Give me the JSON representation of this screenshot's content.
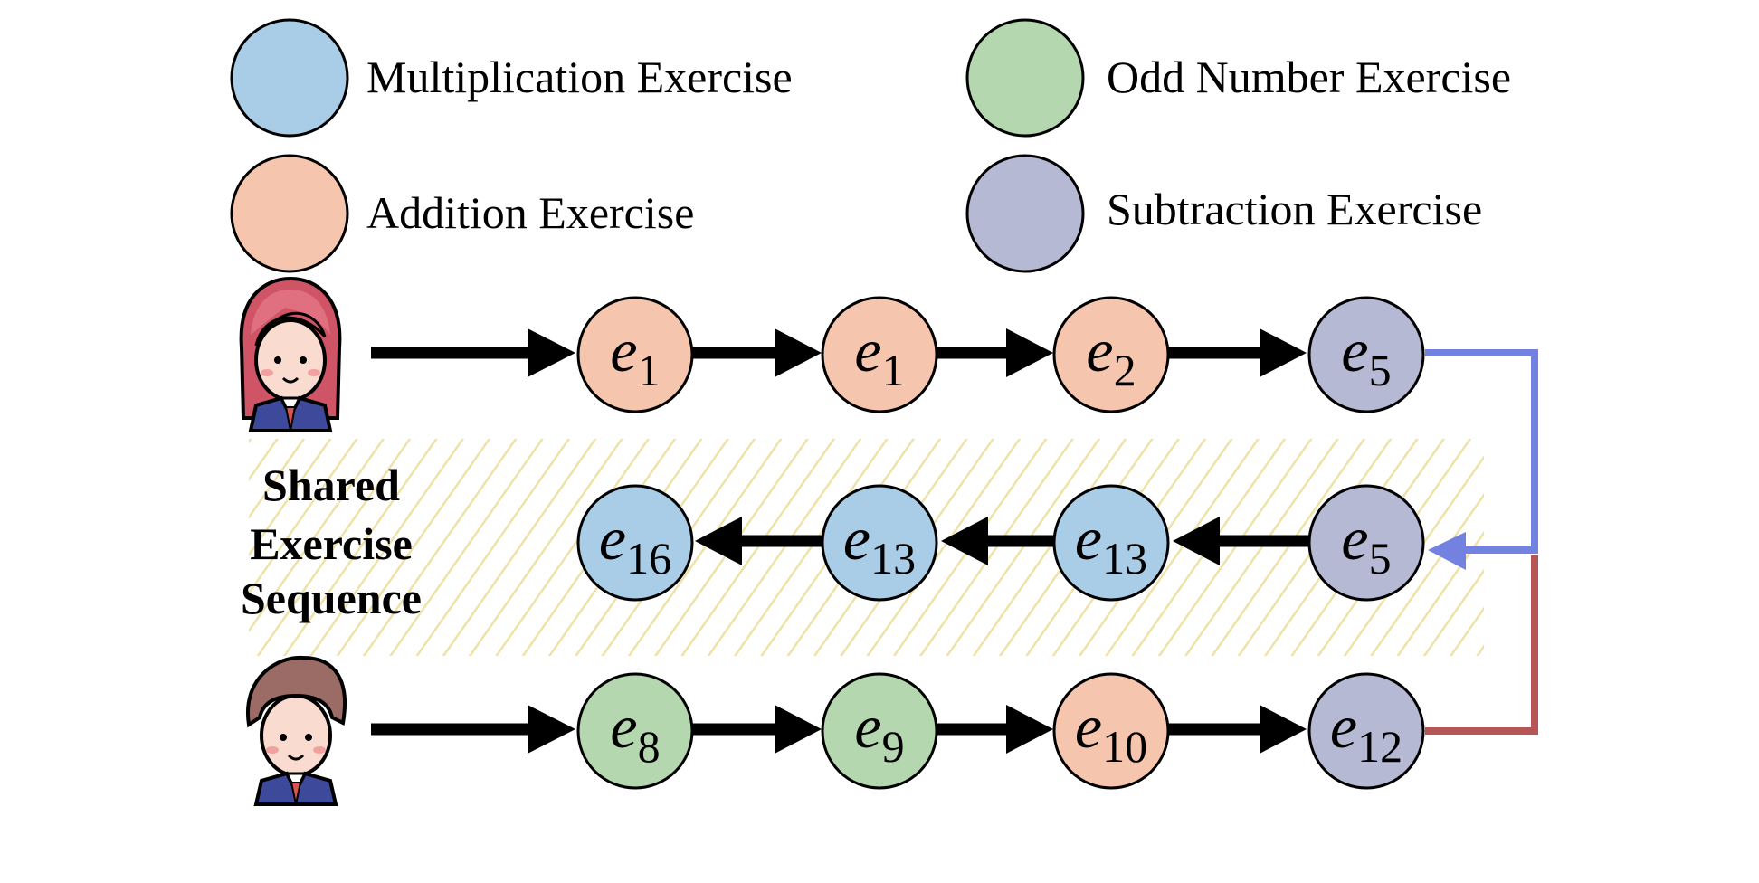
{
  "colors": {
    "multiplication": "#a9cde6",
    "addition": "#f6c5ad",
    "odd_number": "#b5d7b0",
    "subtraction": "#b6b9d4",
    "upper_link": "#7382e0",
    "lower_link": "#b65555",
    "hatch": "#efe2a8"
  },
  "legend": [
    {
      "key": "multiplication",
      "label": "Multiplication Exercise"
    },
    {
      "key": "odd_number",
      "label": "Odd Number Exercise"
    },
    {
      "key": "addition",
      "label": "Addition Exercise"
    },
    {
      "key": "subtraction",
      "label": "Subtraction Exercise"
    }
  ],
  "shared_label": {
    "line1": "Shared",
    "line2": "Exercise",
    "line3": "Sequence"
  },
  "rows": {
    "top": {
      "avatar": "girl-student-icon",
      "nodes": [
        {
          "base": "e",
          "sub": "1",
          "type": "addition"
        },
        {
          "base": "e",
          "sub": "1",
          "type": "addition"
        },
        {
          "base": "e",
          "sub": "2",
          "type": "addition"
        },
        {
          "base": "e",
          "sub": "5",
          "type": "subtraction"
        }
      ]
    },
    "shared": {
      "nodes": [
        {
          "base": "e",
          "sub": "16",
          "type": "multiplication"
        },
        {
          "base": "e",
          "sub": "13",
          "type": "multiplication"
        },
        {
          "base": "e",
          "sub": "13",
          "type": "multiplication"
        },
        {
          "base": "e",
          "sub": "5",
          "type": "subtraction"
        }
      ]
    },
    "bottom": {
      "avatar": "boy-student-icon",
      "nodes": [
        {
          "base": "e",
          "sub": "8",
          "type": "odd_number"
        },
        {
          "base": "e",
          "sub": "9",
          "type": "odd_number"
        },
        {
          "base": "e",
          "sub": "10",
          "type": "addition"
        },
        {
          "base": "e",
          "sub": "12",
          "type": "subtraction"
        }
      ]
    }
  }
}
